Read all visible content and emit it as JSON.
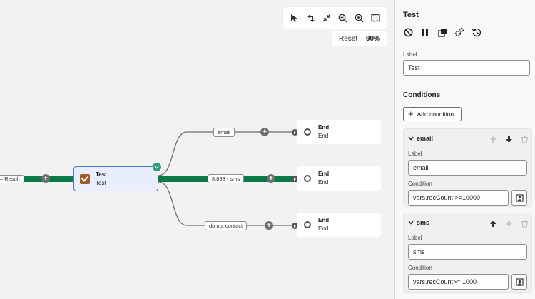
{
  "canvas": {
    "zoom": {
      "reset_label": "Reset",
      "value": "90%"
    },
    "toolbar": [
      "pointer-icon",
      "pan-icon",
      "fit-icon",
      "zoom-out-icon",
      "zoom-in-icon",
      "minimap-icon"
    ],
    "result_label": "Result",
    "test_node": {
      "title": "Test",
      "subtitle": "Test"
    },
    "branches": [
      {
        "label": "email",
        "end_title": "End",
        "end_subtitle": "End"
      },
      {
        "label": "8,893 - sms",
        "end_title": "End",
        "end_subtitle": "End"
      },
      {
        "label": "do not contact",
        "end_title": "End",
        "end_subtitle": "End"
      }
    ],
    "colors": {
      "active_path": "#0b7a48",
      "edge": "#6e6e6e",
      "selected": "#4b75d6"
    }
  },
  "panel": {
    "title": "Test",
    "label_caption": "Label",
    "label_value": "Test",
    "conditions_title": "Conditions",
    "add_condition": "Add condition",
    "conditions": [
      {
        "name": "email",
        "label_caption": "Label",
        "label_value": "email",
        "condition_caption": "Condition",
        "condition_value": "vars.recCount >=10000"
      },
      {
        "name": "sms",
        "label_caption": "Label",
        "label_value": "sms",
        "condition_caption": "Condition",
        "condition_value": "vars.recCount>= 1000"
      }
    ]
  }
}
